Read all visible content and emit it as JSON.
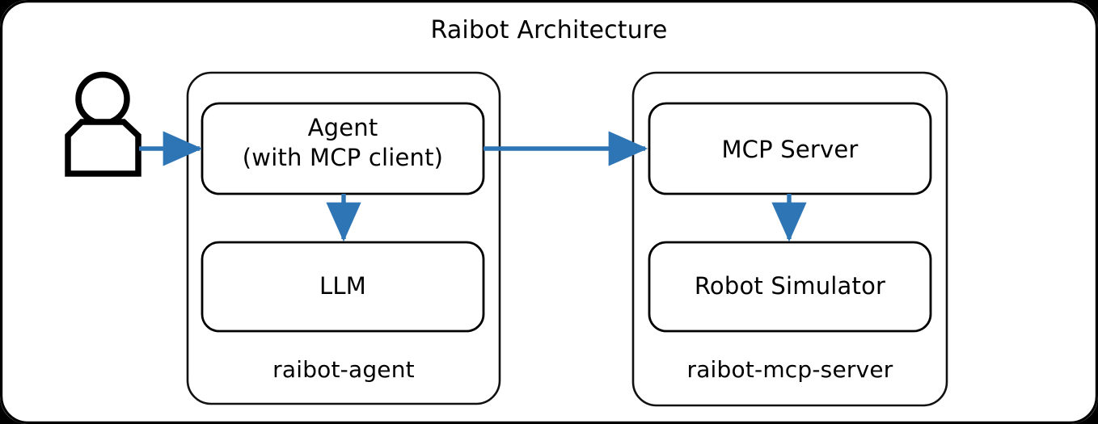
{
  "page": {
    "title": "Raibot Architecture",
    "background_color": "#000000",
    "card_color": "#ffffff",
    "stroke_color": "#000000",
    "arrow_color": "#2E75B6"
  },
  "actor": {
    "name": "user-actor-icon"
  },
  "groups": [
    {
      "id": "raibot-agent",
      "caption": "raibot-agent",
      "boxes": [
        {
          "id": "agent",
          "line1": "Agent",
          "line2": "(with MCP client)",
          "text": "Agent\n(with MCP client)"
        },
        {
          "id": "llm",
          "text": "LLM"
        }
      ]
    },
    {
      "id": "raibot-mcp-server",
      "caption": "raibot-mcp-server",
      "boxes": [
        {
          "id": "mcp-server",
          "text": "MCP Server"
        },
        {
          "id": "robot-simulator",
          "text": "Robot Simulator"
        }
      ]
    }
  ],
  "connections": [
    {
      "id": "user-to-agent",
      "from": "user-actor",
      "to": "agent",
      "direction": "right"
    },
    {
      "id": "agent-to-mcp-server",
      "from": "agent",
      "to": "mcp-server",
      "direction": "right"
    },
    {
      "id": "agent-to-llm",
      "from": "agent",
      "to": "llm",
      "direction": "down"
    },
    {
      "id": "mcp-server-to-robot-simulator",
      "from": "mcp-server",
      "to": "robot-simulator",
      "direction": "down"
    }
  ]
}
